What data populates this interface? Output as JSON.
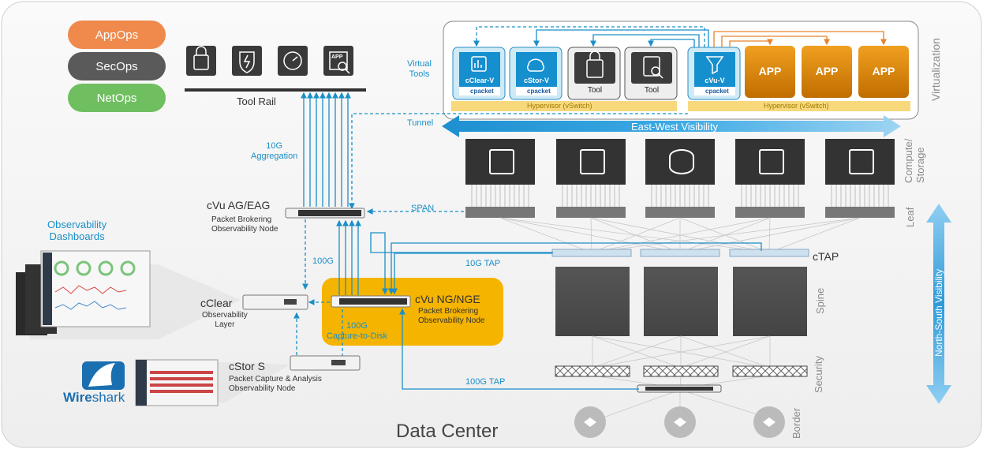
{
  "ops": {
    "appops": "AppOps",
    "secops": "SecOps",
    "netops": "NetOps"
  },
  "tool_rail": {
    "label": "Tool Rail",
    "app_icon_text": "APP"
  },
  "virtualization": {
    "section_label": "Virtualization",
    "virtual_tools": "Virtual\nTools",
    "tools": [
      "cClear-V",
      "cStor-V",
      "Tool",
      "Tool",
      "cVu-V"
    ],
    "brand": "cpacket",
    "apps": [
      "APP",
      "APP",
      "APP"
    ],
    "hypervisor_1": "Hypervisor (vSwitch)",
    "hypervisor_2": "Hypervisor (vSwitch)"
  },
  "tunnel": "Tunnel",
  "east_west": "East-West Visibility",
  "north_south": "North-South Visibility",
  "aggregation": "10G\nAggregation",
  "span": "SPAN",
  "ten_g_tap": "10G TAP",
  "hundred_g_tap": "100G TAP",
  "hundred_g": "100G",
  "capture_to_disk": "100G\nCapture-to-Disk",
  "ctap": "cTAP",
  "cvu_ag": {
    "title": "cVu AG/EAG",
    "sub": "Packet Brokering\nObservability Node"
  },
  "cvu_ng": {
    "title": "cVu NG/NGE",
    "sub": "Packet Brokering\nObservability Node"
  },
  "cclear": {
    "title": "cClear",
    "sub": "Observability\nLayer"
  },
  "cstor": {
    "title": "cStor S",
    "sub": "Packet Capture & Analysis\nObservability Node"
  },
  "dashboards": "Observability\nDashboards",
  "wireshark": {
    "wire": "Wire",
    "shark": "shark"
  },
  "layers": {
    "compute": "Compute/\nStorage",
    "leaf": "Leaf",
    "spine": "Spine",
    "security": "Security",
    "border": "Border"
  },
  "footer": "Data Center",
  "colors": {
    "accent_blue": "#1a8fc8",
    "orange_app": "#e08a00",
    "cvu_box": "#f5b400",
    "appops": "#ef8a4c",
    "secops": "#5a5a5a",
    "netops": "#6fbf60"
  }
}
